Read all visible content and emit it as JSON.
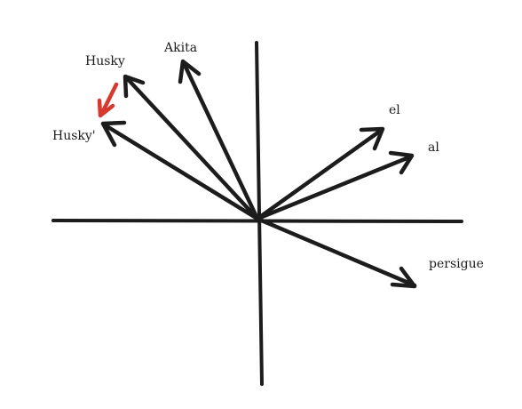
{
  "colors": {
    "ink": "#1c1c1c",
    "shift_arrow": "#d63a2f",
    "background": "#ffffff"
  },
  "vectors": [
    {
      "id": "husky",
      "label": "Husky"
    },
    {
      "id": "akita",
      "label": "Akita"
    },
    {
      "id": "husky-prime",
      "label": "Husky'"
    },
    {
      "id": "el",
      "label": "el"
    },
    {
      "id": "al",
      "label": "al"
    },
    {
      "id": "persigue",
      "label": "persigue"
    }
  ],
  "shift": {
    "from": "husky",
    "to": "husky-prime",
    "color": "#d63a2f"
  }
}
